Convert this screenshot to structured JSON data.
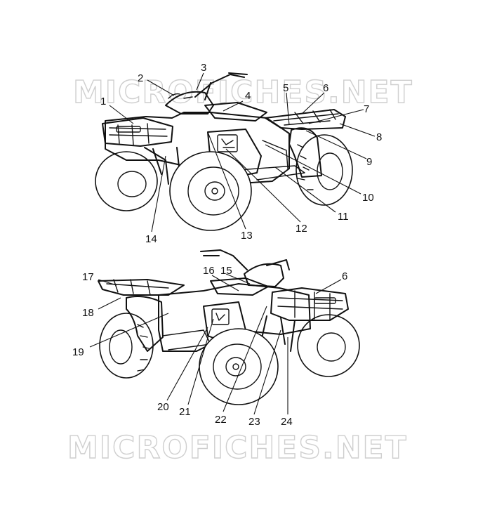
{
  "watermark": "MICROFICHES.NET",
  "callouts": {
    "top": [
      "1",
      "2",
      "3",
      "4",
      "5",
      "6",
      "7",
      "8",
      "9",
      "10",
      "11",
      "12",
      "13",
      "14"
    ],
    "bottom": [
      "17",
      "18",
      "19",
      "20",
      "21",
      "22",
      "23",
      "24",
      "16",
      "15",
      "6"
    ]
  }
}
